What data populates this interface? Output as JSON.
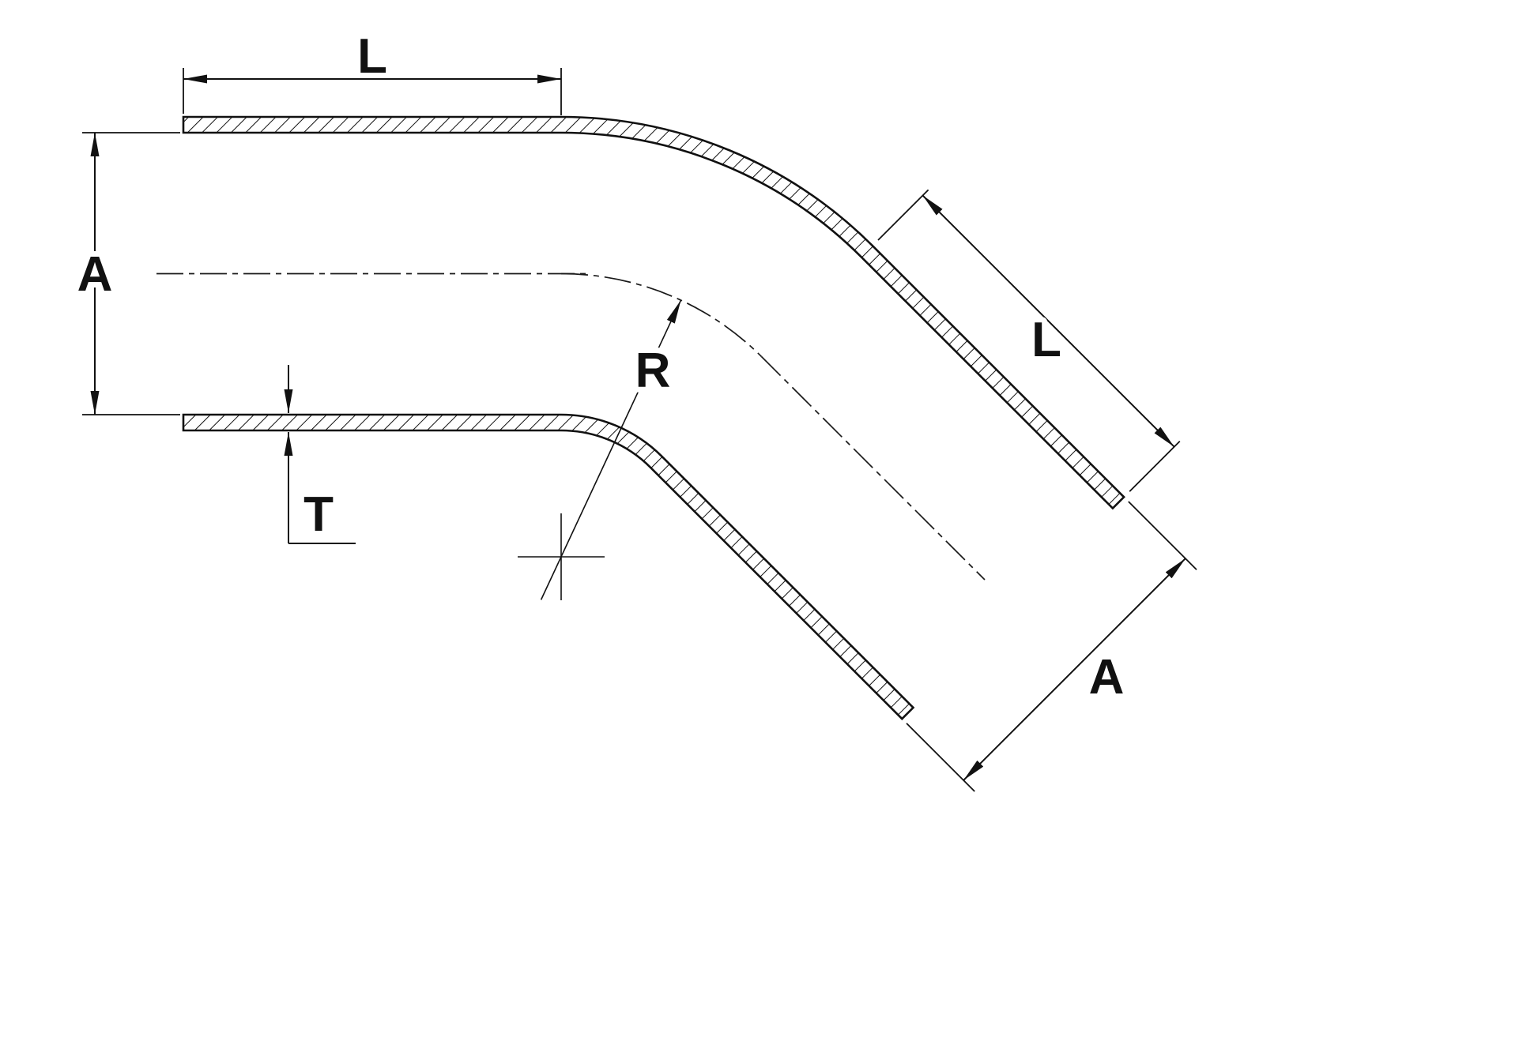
{
  "diagram": {
    "type": "technical-drawing",
    "subject": "45-degree elbow tube with hatched wall sections",
    "colors": {
      "line": "#111111",
      "background": "#ffffff"
    },
    "labels": {
      "leg1_length": "L",
      "leg1_diameter": "A",
      "wall_thickness": "T",
      "bend_radius": "R",
      "leg2_length": "L",
      "leg2_diameter": "A"
    }
  }
}
